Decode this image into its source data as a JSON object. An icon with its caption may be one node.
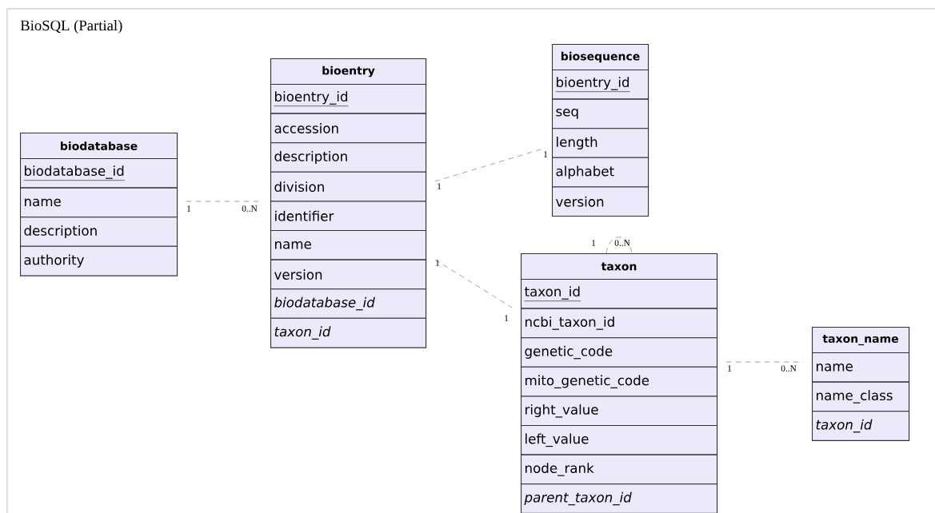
{
  "diagram": {
    "title": "BioSQL (Partial)",
    "nodes": [
      {
        "text": [
          "biodatabase",
          "biodatabase_id",
          "name",
          "description",
          "authority"
        ]
      },
      {
        "text": [
          "bioentry",
          "bioentry_id",
          "accession",
          "description",
          "division",
          "identifier",
          "name",
          "version",
          "biodatabase_id",
          "taxon_id"
        ]
      },
      {
        "text": [
          "biosequence",
          "bioentry_id",
          "seq",
          "length",
          "alphabet",
          "version"
        ]
      },
      {
        "text": [
          "taxon",
          "taxon_id",
          "ncbi_taxon_id",
          "genetic_code",
          "mito_genetic_code",
          "right_value",
          "left_value",
          "node_rank",
          "parent_taxon_id"
        ]
      },
      {
        "text": [
          "taxon_name",
          "name",
          "name_class",
          "taxon_id"
        ]
      }
    ],
    "edges": [
      {
        "from": 0,
        "to": 1,
        "arrow": "none",
        "style": "dashed"
      },
      {
        "from": 1,
        "to": 2,
        "arrow": "none",
        "style": "dashed"
      },
      {
        "from": 3,
        "to": 3,
        "arrow": "none",
        "style": "dashed"
      },
      {
        "from": 1,
        "to": 3,
        "arrow": "none",
        "style": "dashed"
      },
      {
        "from": 3,
        "to": 4,
        "arrow": "none",
        "style": "dashed"
      }
    ],
    "labels": [
      "1",
      "0..N",
      "1",
      "1",
      "1",
      "0..N",
      "1",
      "1",
      "1",
      "0..N"
    ]
  }
}
